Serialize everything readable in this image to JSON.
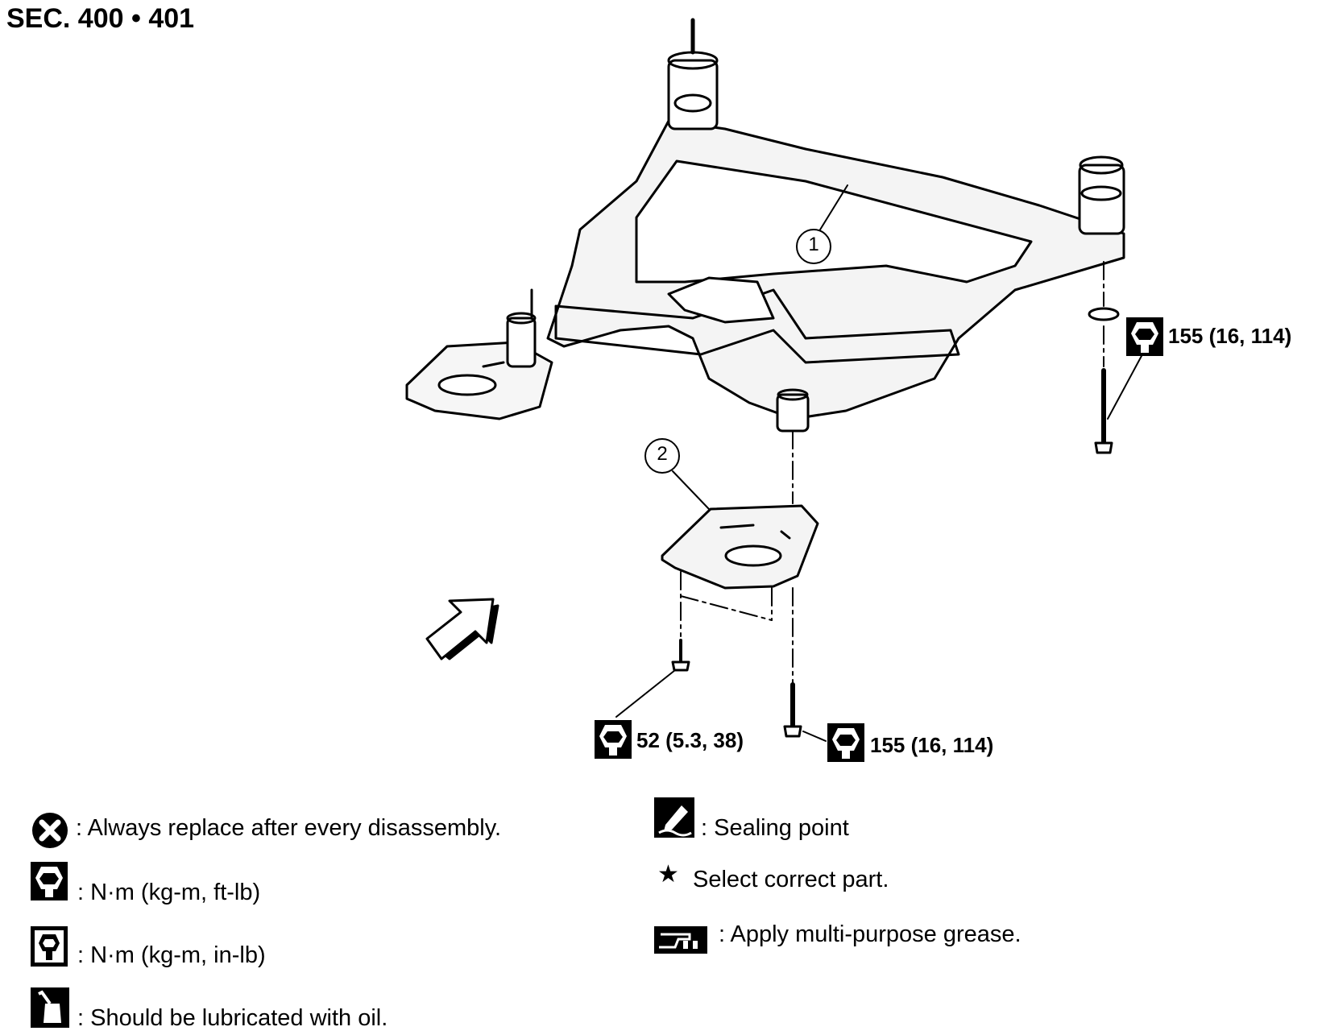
{
  "header": {
    "section_title": "SEC. 400 • 401"
  },
  "parts": [
    {
      "number": "1"
    },
    {
      "number": "2"
    }
  ],
  "torque_callouts": [
    {
      "value": "155 (16, 114)",
      "icon": "torque-wrench-icon"
    },
    {
      "value": "52 (5.3, 38)",
      "icon": "torque-wrench-icon"
    },
    {
      "value": "155 (16, 114)",
      "icon": "torque-wrench-icon"
    }
  ],
  "legend": [
    {
      "icon": "replace-x-icon",
      "text": ": Always replace after every disassembly."
    },
    {
      "icon": "torque-wrench-icon",
      "text": ": N·m (kg-m, ft-lb)"
    },
    {
      "icon": "torque-wrench-filled-icon",
      "text": ": N·m (kg-m, in-lb)"
    },
    {
      "icon": "oil-can-icon",
      "text": ": Should be lubricated with oil."
    },
    {
      "icon": "sealing-point-icon",
      "text": ": Sealing point"
    },
    {
      "icon": "star-icon",
      "text": "Select correct part."
    },
    {
      "icon": "grease-icon",
      "text": ": Apply multi-purpose grease."
    }
  ],
  "colors": {
    "ink": "#000000",
    "paper": "#ffffff",
    "panel": "#f2f2f2"
  }
}
